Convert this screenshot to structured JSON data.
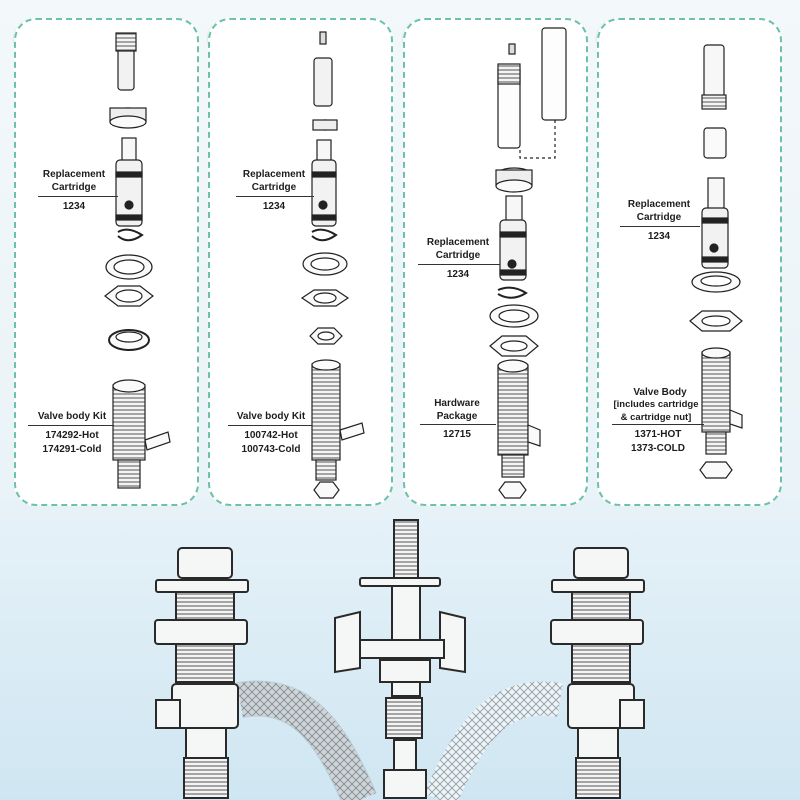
{
  "badges": {
    "p1": {
      "icon": "cross-icon",
      "glyph": "✕",
      "color": "#e2453c"
    },
    "p2": {
      "icon": "check-icon",
      "glyph": "✓",
      "color": "#62b94b"
    },
    "p3": {
      "icon": "check-icon",
      "glyph": "✓",
      "color": "#62b94b"
    },
    "p4": {
      "icon": "check-icon",
      "glyph": "✓",
      "color": "#62b94b"
    }
  },
  "panel1": {
    "cartridge_title": "Replacement\nCartridge",
    "cartridge_code": "1234",
    "kit_title": "Valve body Kit",
    "kit_hot": "174292-Hot",
    "kit_cold": "174291-Cold"
  },
  "panel2": {
    "cartridge_title": "Replacement\nCartridge",
    "cartridge_code": "1234",
    "kit_title": "Valve body Kit",
    "kit_hot": "100742-Hot",
    "kit_cold": "100743-Cold"
  },
  "panel3": {
    "cartridge_title": "Replacement\nCartridge",
    "cartridge_code": "1234",
    "hw_title": "Hardware\nPackage",
    "hw_code": "12715"
  },
  "panel4": {
    "cartridge_title": "Replacement\nCartridge",
    "cartridge_code": "1234",
    "valve_title": "Valve Body",
    "valve_note": "[includes cartridge\n& cartridge nut]",
    "valve_hot": "1371-HOT",
    "valve_cold": "1373-COLD"
  },
  "colors": {
    "panel_border": "#6cc1a8",
    "bad": "#e2453c",
    "good": "#62b94b"
  }
}
